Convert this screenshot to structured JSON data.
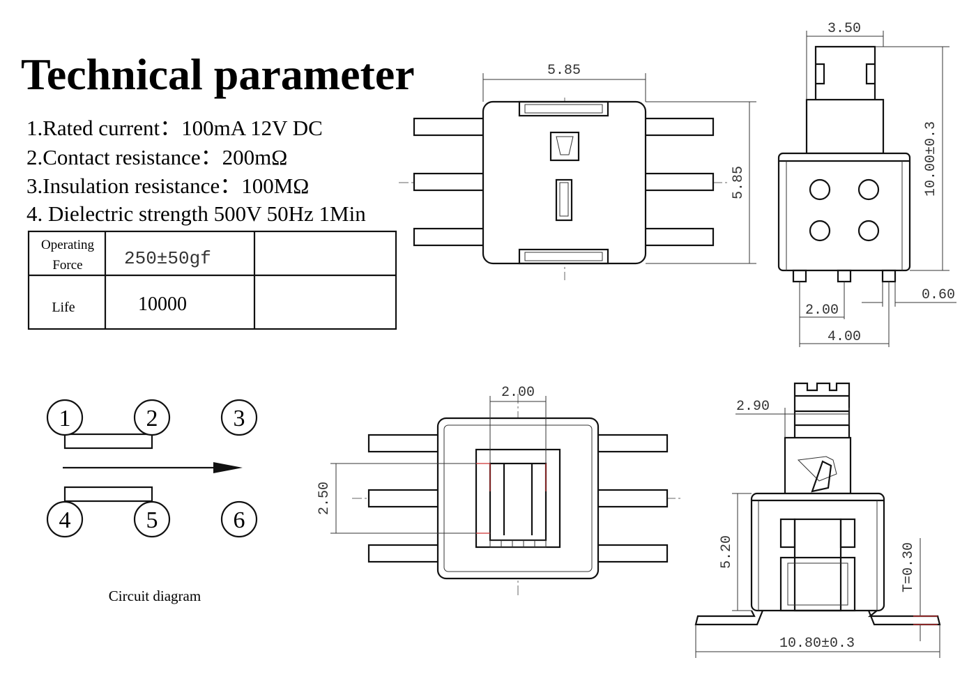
{
  "title": "Technical parameter",
  "parameters": [
    "1.Rated current：100mA 12V DC",
    "2.Contact resistance：200mΩ",
    "3.Insulation resistance：100MΩ",
    "4. Dielectric strength 500V 50Hz 1Min"
  ],
  "table": {
    "rows": [
      {
        "label_line1": "Operating",
        "label_line2": "Force",
        "value": "250±50gf",
        "extra": ""
      },
      {
        "label_line1": "Life",
        "label_line2": "",
        "value": "10000",
        "extra": ""
      }
    ]
  },
  "circuit": {
    "caption": "Circuit diagram",
    "pins": [
      "1",
      "2",
      "3",
      "4",
      "5",
      "6"
    ]
  },
  "dimensions": {
    "top_view_width": "5.85",
    "top_view_height": "5.85",
    "side_top_width": "3.50",
    "side_height": "10.00±0.3",
    "pin_pitch": "2.00",
    "pin_span": "4.00",
    "pin_width": "0.60",
    "front_slot_width": "2.00",
    "front_slot_height": "2.50",
    "side2_top_width": "2.90",
    "side2_body_height": "5.20",
    "thickness": "T=0.30",
    "overall_width": "10.80±0.3"
  }
}
